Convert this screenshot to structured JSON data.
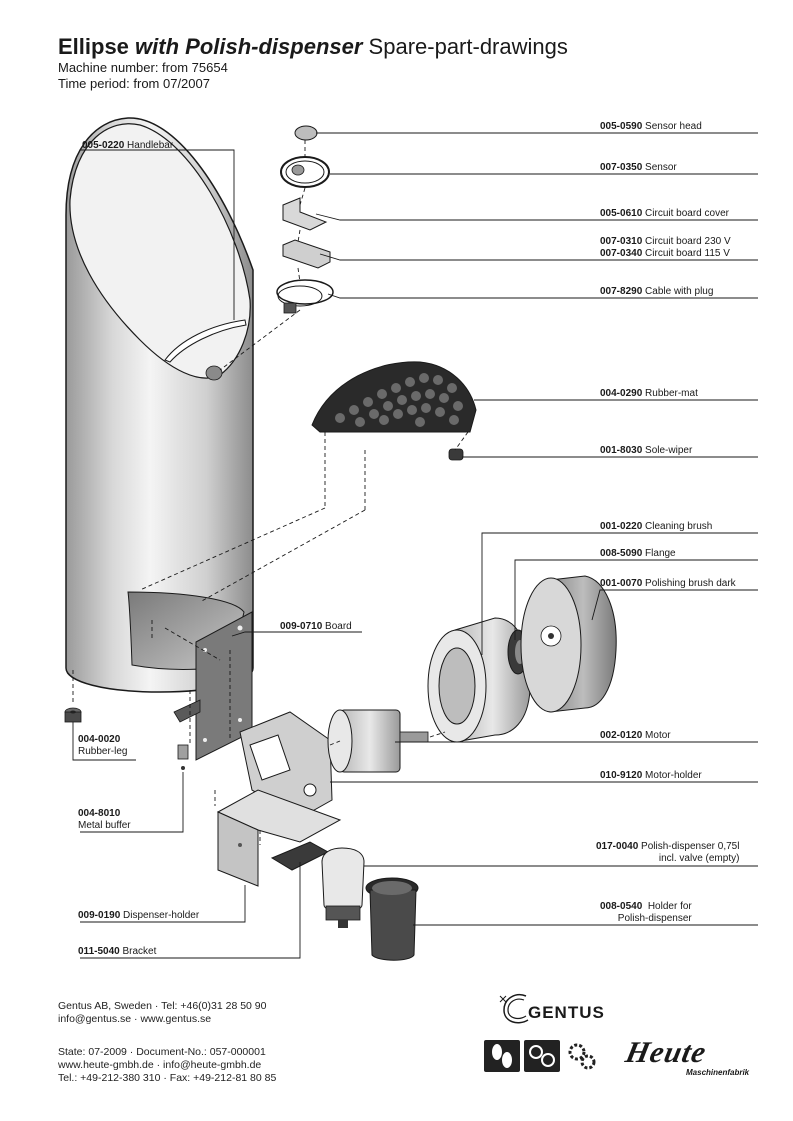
{
  "header": {
    "title_bold": "Ellipse",
    "title_bold_italic": "with Polish-dispenser",
    "title_regular": "Spare-part-drawings",
    "machine_number": "Machine number: from 75654",
    "time_period": "Time period: from 07/2007"
  },
  "parts": {
    "p0050590": {
      "number": "005-0590",
      "name": "Sensor head"
    },
    "p0070350": {
      "number": "007-0350",
      "name": "Sensor"
    },
    "p0050610": {
      "number": "005-0610",
      "name": "Circuit board cover"
    },
    "p0070310": {
      "number": "007-0310",
      "name": "Circuit board 230 V"
    },
    "p0070340": {
      "number": "007-0340",
      "name": "Circuit board 115 V"
    },
    "p0078290": {
      "number": "007-8290",
      "name": "Cable with plug"
    },
    "p0040290": {
      "number": "004-0290",
      "name": "Rubber-mat"
    },
    "p0018030": {
      "number": "001-8030",
      "name": "Sole-wiper"
    },
    "p0010220": {
      "number": "001-0220",
      "name": "Cleaning brush"
    },
    "p0085090": {
      "number": "008-5090",
      "name": "Flange"
    },
    "p0010070": {
      "number": "001-0070",
      "name": "Polishing brush dark"
    },
    "p0050220": {
      "number": "005-0220",
      "name": "Handlebar"
    },
    "p0090710": {
      "number": "009-0710",
      "name": "Board"
    },
    "p0040020": {
      "number": "004-0020",
      "name": "Rubber-leg"
    },
    "p0020120": {
      "number": "002-0120",
      "name": "Motor"
    },
    "p0109120": {
      "number": "010-9120",
      "name": "Motor-holder"
    },
    "p0048010": {
      "number": "004-8010",
      "name": "Metal buffer"
    },
    "p0170040": {
      "number": "017-0040",
      "name": "Polish-dispenser 0,75l",
      "name2": "incl. valve (empty)"
    },
    "p0085040": {
      "number": "008-0540",
      "name": "Holder for",
      "name2": "Polish-dispenser"
    },
    "p0090190": {
      "number": "009-0190",
      "name": "Dispenser-holder"
    },
    "p0115040": {
      "number": "011-5040",
      "name": "Bracket"
    }
  },
  "footer": {
    "line1": "Gentus AB, Sweden  ·  Tel: +46(0)31 28 50 90",
    "line2": "info@gentus.se  ·  www.gentus.se",
    "line3": "State: 07-2009  ·  Document-No.: 057-000001",
    "line4": "www.heute-gmbh.de · info@heute-gmbh.de",
    "line5": "Tel.: +49-212-380 310 · Fax: +49-212-81 80 85"
  },
  "logos": {
    "gentus": "GENTUS",
    "heute": "Heute",
    "heute_sub": "Maschinenfabrik"
  },
  "colors": {
    "line": "#1a1a1a",
    "metal_light": "#e6e6e6",
    "metal_mid": "#b8b8b8",
    "metal_dark": "#6d6d6d",
    "rubber": "#2a2a2a"
  }
}
